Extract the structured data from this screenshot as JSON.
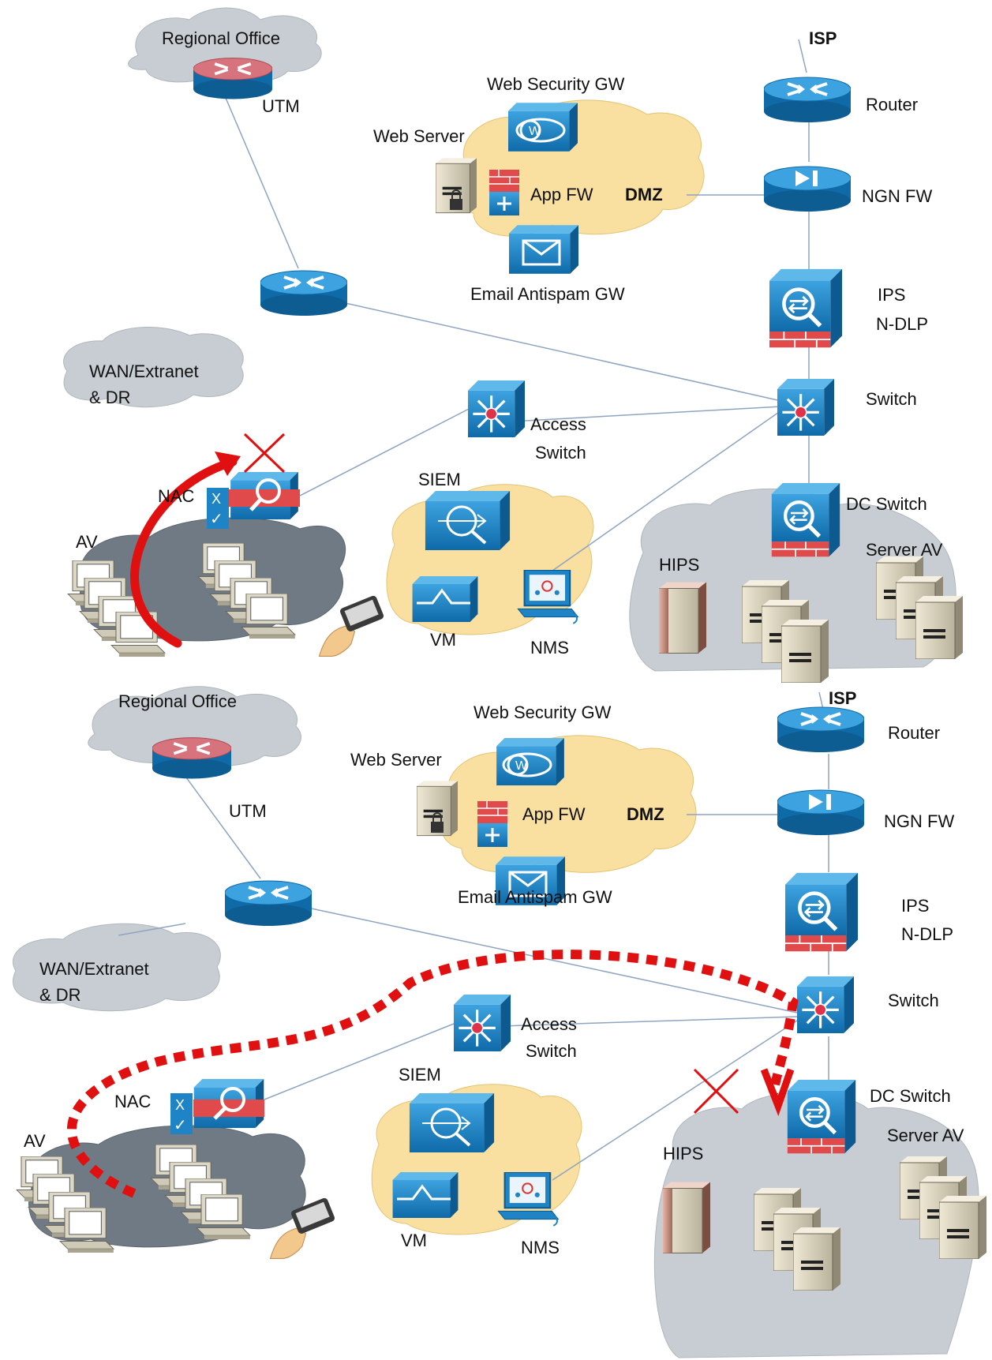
{
  "diagrams": [
    {
      "regional_office": "Regional Office",
      "utm": "UTM",
      "isp": "ISP",
      "router": "Router",
      "ngn_fw": "NGN FW",
      "ips": "IPS",
      "ndlp": "N-DLP",
      "switch": "Switch",
      "dc_switch": "DC Switch",
      "server_av": "Server AV",
      "hips": "HIPS",
      "web_security_gw": "Web Security GW",
      "web_server": "Web Server",
      "app_fw": "App FW",
      "dmz": "DMZ",
      "email_antispam_gw": "Email Antispam GW",
      "wan_line1": "WAN/Extranet",
      "wan_line2": "& DR",
      "access": "Access",
      "access_switch": "Switch",
      "nac": "NAC",
      "av": "AV",
      "siem": "SIEM",
      "vm": "VM",
      "nms": "NMS"
    },
    {
      "regional_office": "Regional Office",
      "utm": "UTM",
      "isp": "ISP",
      "router": "Router",
      "ngn_fw": "NGN FW",
      "ips": "IPS",
      "ndlp": "N-DLP",
      "switch": "Switch",
      "dc_switch": "DC Switch",
      "server_av": "Server AV",
      "hips": "HIPS",
      "web_security_gw": "Web Security GW",
      "web_server": "Web Server",
      "app_fw": "App FW",
      "dmz": "DMZ",
      "email_antispam_gw": "Email Antispam GW",
      "wan_line1": "WAN/Extranet",
      "wan_line2": "& DR",
      "access": "Access",
      "access_switch": "Switch",
      "nac": "NAC",
      "av": "AV",
      "siem": "SIEM",
      "vm": "VM",
      "nms": "NMS"
    }
  ],
  "colors": {
    "device_blue": "#1f84c6",
    "device_blue_dark": "#0f5f95",
    "cloud_gray": "#c7cdd2",
    "cloud_dark": "#707a84",
    "cloud_yellow": "#f9dfa0",
    "firewall_red": "#e04a4a",
    "arrow_red": "#e01010",
    "link_line": "#8ea4c0"
  }
}
